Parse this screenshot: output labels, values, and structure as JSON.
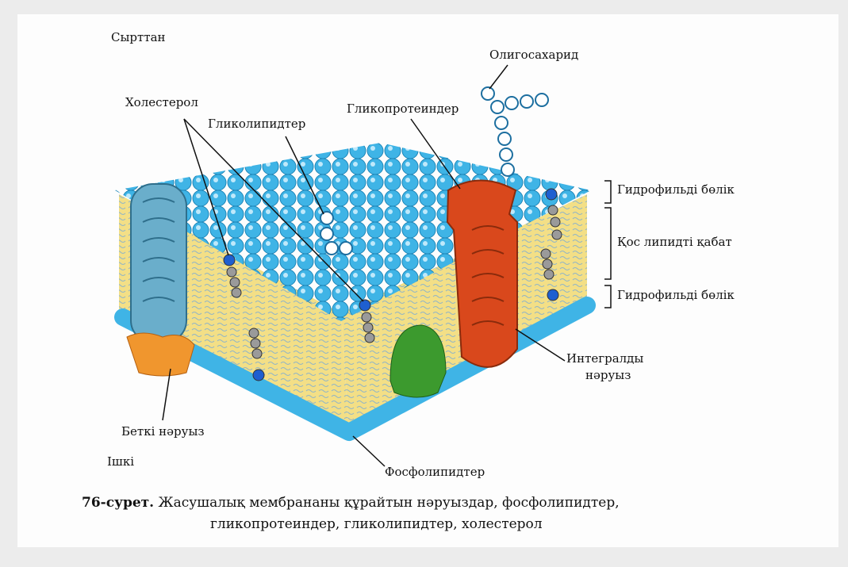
{
  "labels": {
    "outside": "Сырттан",
    "inside": "Ішкі",
    "oligosaccharide": "Олигосахарид",
    "cholesterol": "Холестерол",
    "glycolipids": "Гликолипидтер",
    "glycoproteins": "Гликопротеиндер",
    "hydrophilic_top": "Гидрофильді бөлік",
    "lipid_bilayer": "Қос липидті қабат",
    "hydrophilic_bottom": "Гидрофильді бөлік",
    "integral_protein_1": "Интегралды",
    "integral_protein_2": "нәруыз",
    "peripheral_protein": "Беткі нәруыз",
    "phospholipids": "Фосфолипидтер"
  },
  "caption": {
    "number": "76-сурет.",
    "line1": "Жасушалық мембрананы құрайтын нәруыздар, фосфолипидтер,",
    "line2": "гликопротеиндер, гликолипидтер, холестерол"
  },
  "colors": {
    "head": "#3fb4e6",
    "lipid": "#f3df86",
    "integral": "#d9481c",
    "peripheral": "#f0962e",
    "channel": "#6aaecb",
    "green": "#3c9a2e"
  }
}
